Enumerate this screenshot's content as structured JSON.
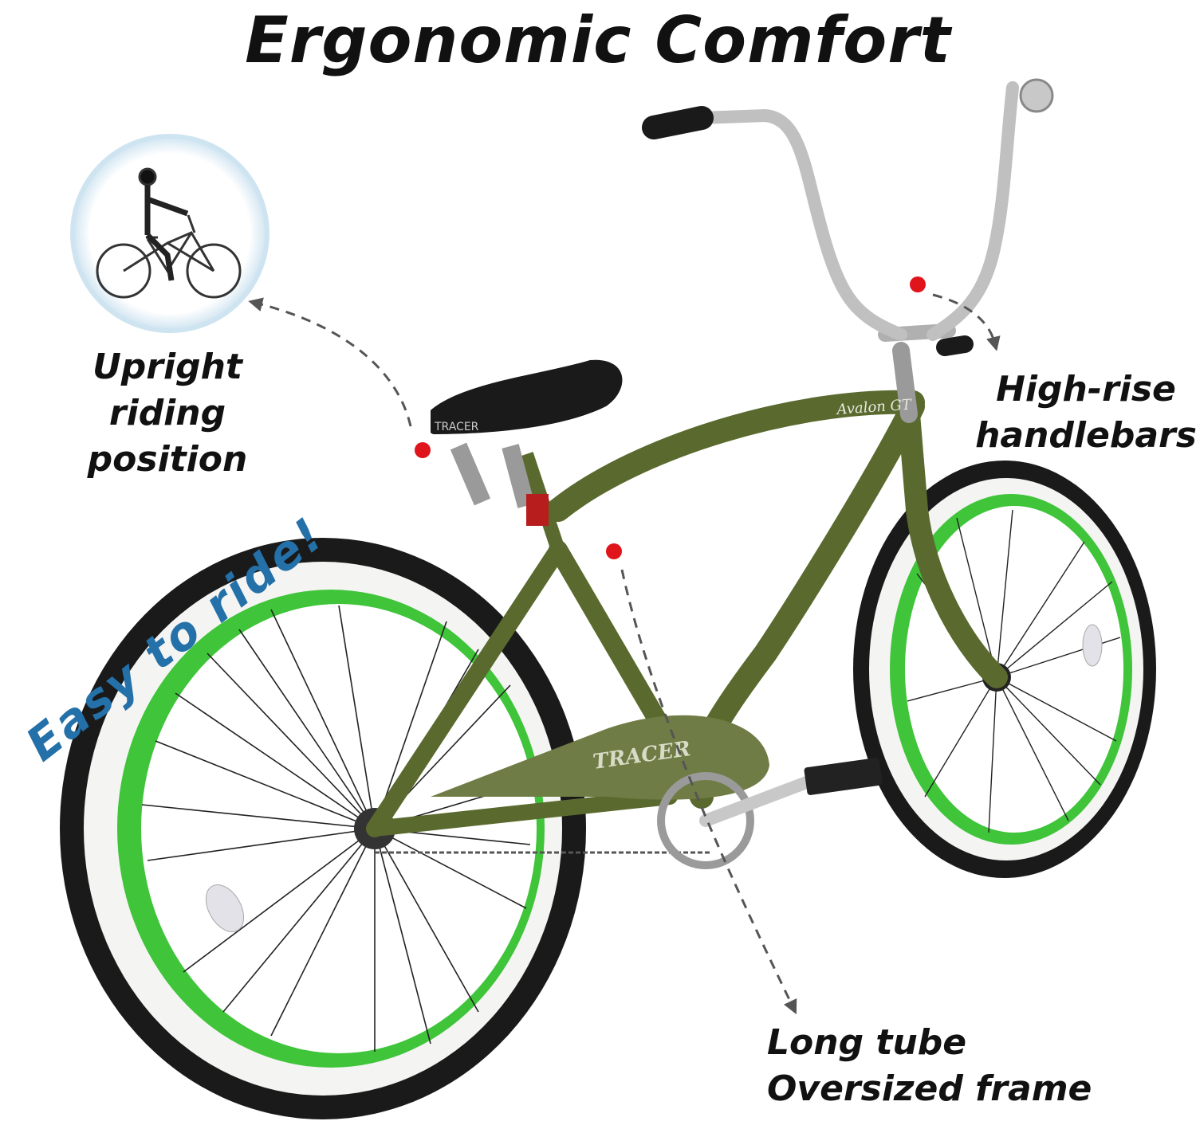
{
  "headline": "Ergonomic Comfort",
  "callouts": {
    "upright": [
      "Upright",
      "riding",
      "position"
    ],
    "handlebars": [
      "High-rise",
      "handlebars"
    ],
    "frame": [
      "Long tube",
      "Oversized frame"
    ]
  },
  "tagline": "Easy to ride!",
  "brand": {
    "chain_guard": "TRACER",
    "saddle": "TRACER",
    "frame_script": "Avalon GT"
  },
  "colors": {
    "frame": "#5a6a2e",
    "rim": "#3fc43a",
    "tire_wall": "#f4f4f2",
    "tire": "#1a1a1a",
    "marker": "#e0141b",
    "tagline": "#2470a8",
    "inset_ring": "#cfe4f1"
  },
  "icons": [
    "rider-on-bike-icon",
    "callout-marker-icon",
    "dashed-arrow-icon"
  ]
}
